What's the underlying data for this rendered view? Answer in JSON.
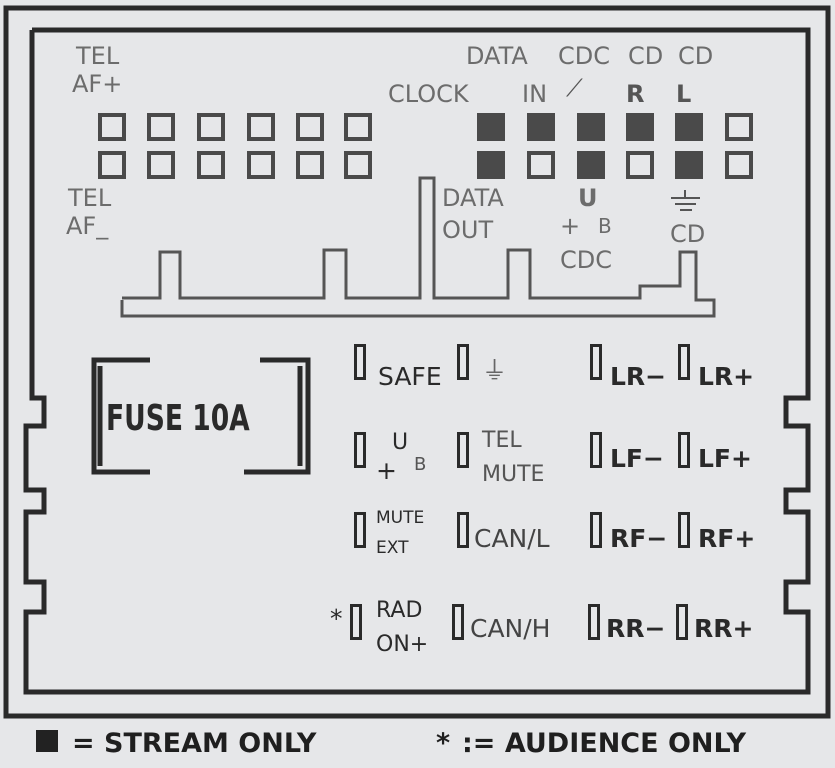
{
  "top_left": {
    "tel_af_plus": "TEL",
    "af_plus": "AF+",
    "tel_af_minus": "TEL",
    "af_minus": "AF_"
  },
  "top_right": {
    "clock": "CLOCK",
    "data_in_1": "DATA",
    "data_in_2": "IN",
    "cdc_1": "CDC",
    "cd_r_1": "CD",
    "cd_r_2": "R",
    "cd_l_1": "CD",
    "cd_l_2": "L",
    "data_out_1": "DATA",
    "data_out_2": "OUT",
    "ub": "U",
    "ub_sub": "B",
    "ub_plus": "+",
    "cdc_2": "CDC",
    "gnd_cd": "CD"
  },
  "right_pins_top": [
    true,
    true,
    true,
    true,
    true,
    false
  ],
  "right_pins_bottom": [
    true,
    false,
    true,
    false,
    true,
    false
  ],
  "fuse": "FUSE 10A",
  "rows": [
    {
      "a": "SAFE",
      "b": "⏚",
      "c": "LR−",
      "d": "LR+"
    },
    {
      "a": "U",
      "a_sub": "B",
      "a_plus": "+",
      "b1": "TEL",
      "b2": "MUTE",
      "c": "LF−",
      "d": "LF+"
    },
    {
      "a1": "MUTE",
      "a2": "EXT",
      "b": "CAN/L",
      "c": "RF−",
      "d": "RF+"
    },
    {
      "star": "*",
      "a1": "RAD",
      "a2": "ON+",
      "b": "CAN/H",
      "c": "RR−",
      "d": "RR+"
    }
  ],
  "legend": {
    "stream": "= STREAM ONLY",
    "star": "*",
    "audience": ":= AUDIENCE ONLY"
  }
}
